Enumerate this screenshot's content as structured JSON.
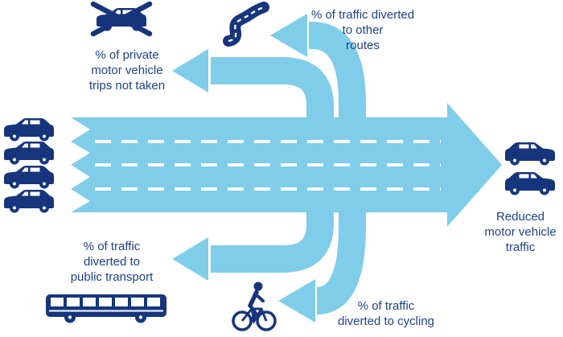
{
  "colors": {
    "arrow": "#7FCDE9",
    "navy": "#16357C",
    "text": "#1D4189",
    "background": "#FFFFFF"
  },
  "labels": {
    "trips_not_taken": "% of private\nmotor vehicle\ntrips not taken",
    "other_routes": "% of traffic diverted\nto other\nroutes",
    "public_transport": "% of traffic\ndiverted to\npublic transport",
    "cycling": "% of traffic\ndiverted to cycling",
    "reduced_traffic": "Reduced\nmotor vehicle\ntraffic"
  },
  "icons": {
    "left_cars": {
      "name": "car-icon",
      "count": 4
    },
    "right_cars": {
      "name": "car-icon",
      "count": 2
    },
    "crossed_car": "crossed-out-car-icon",
    "winding_road": "winding-road-icon",
    "bus": "bus-icon",
    "cyclist": "cyclist-icon"
  },
  "arrows": {
    "main": "main-traffic-flow",
    "branches": [
      "trips-not-taken",
      "other-routes",
      "public-transport",
      "cycling"
    ]
  }
}
